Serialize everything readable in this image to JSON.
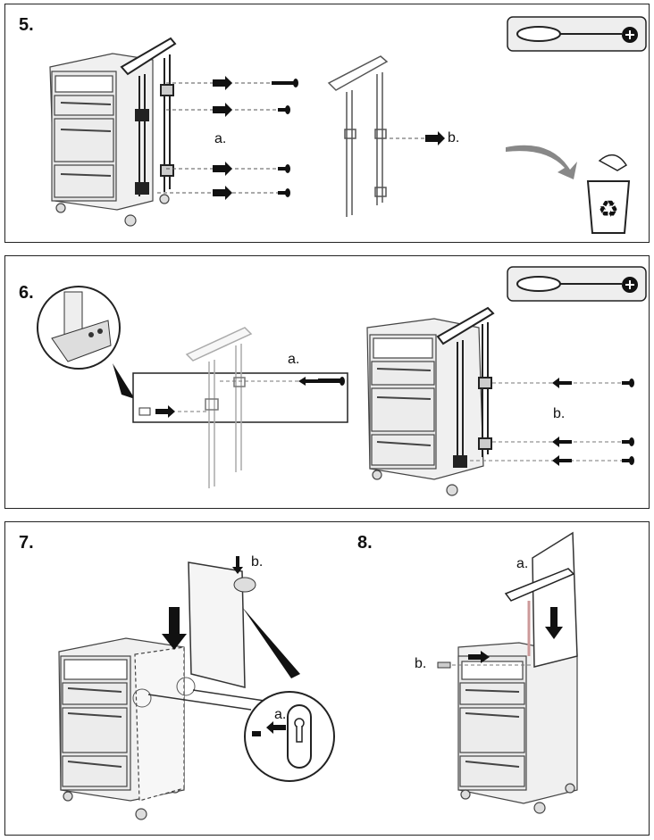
{
  "steps": [
    {
      "number": "5.",
      "labels": {
        "a": "a.",
        "b": "b."
      },
      "tool": "screwdriver-phillips-icon"
    },
    {
      "number": "6.",
      "labels": {
        "a": "a.",
        "b": "b."
      },
      "tool": "screwdriver-phillips-icon"
    },
    {
      "number": "7.",
      "labels": {
        "a": "a.",
        "b": "b."
      }
    },
    {
      "number": "8.",
      "labels": {
        "a": "a.",
        "b": "b."
      }
    }
  ],
  "icons": [
    "screwdriver-phillips-icon",
    "recycle-bin-icon",
    "arrow-icon",
    "screw-icon",
    "zoom-detail-icon"
  ],
  "colors": {
    "line": "#222222",
    "arrow": "#111111",
    "panel_fill": "#f2f2f2",
    "cabinet_fill": "#e9e9e9"
  }
}
